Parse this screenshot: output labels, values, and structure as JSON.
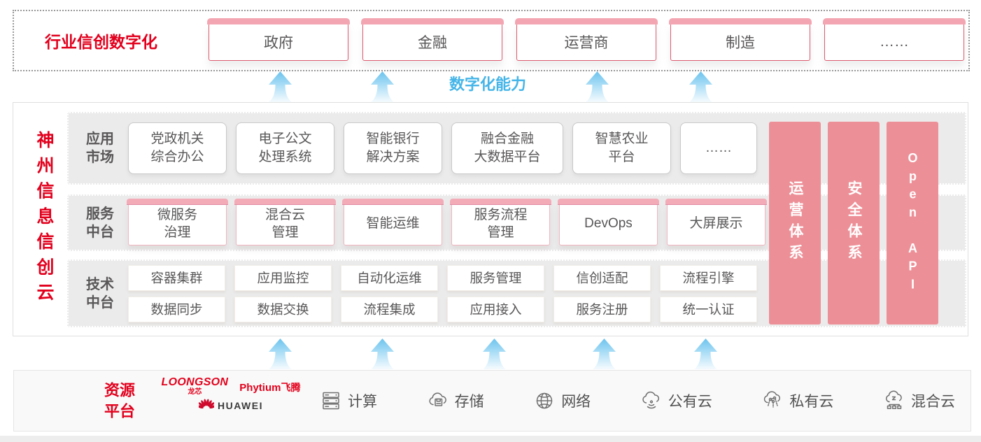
{
  "colors": {
    "brand_red": "#e2001d",
    "accent_blue": "#45b5e8",
    "pillar_pink": "#ed8f97"
  },
  "top_band": {
    "title": "行业信创数字化",
    "industries": [
      "政府",
      "金融",
      "运营商",
      "制造",
      "……"
    ]
  },
  "capability_label": "数字化能力",
  "main": {
    "side_title": "神州信息信创云",
    "rows": {
      "app": {
        "label": "应用\n市场",
        "boxes": [
          "党政机关\n综合办公",
          "电子公文\n处理系统",
          "智能银行\n解决方案",
          "融合金融\n大数据平台",
          "智慧农业\n平台",
          "……"
        ]
      },
      "service": {
        "label": "服务\n中台",
        "boxes": [
          "微服务\n治理",
          "混合云\n管理",
          "智能运维",
          "服务流程\n管理",
          "DevOps",
          "大屏展示"
        ]
      },
      "tech": {
        "label": "技术\n中台",
        "row1": [
          "容器集群",
          "应用监控",
          "自动化运维",
          "服务管理",
          "信创适配",
          "流程引擎"
        ],
        "row2": [
          "数据同步",
          "数据交换",
          "流程集成",
          "应用接入",
          "服务注册",
          "统一认证"
        ]
      }
    },
    "pillars": [
      "运营体系",
      "安全体系",
      "Open API"
    ]
  },
  "resources": {
    "title": "资源\n平台",
    "vendors": {
      "loongson": {
        "name": "LOONGSON",
        "sub": "龙芯"
      },
      "phytium": {
        "name": "Phytium",
        "sub": "飞腾"
      },
      "huawei": {
        "name": "HUAWEI"
      }
    },
    "items": [
      {
        "icon": "compute-icon",
        "label": "计算"
      },
      {
        "icon": "storage-icon",
        "label": "存储"
      },
      {
        "icon": "network-icon",
        "label": "网络"
      },
      {
        "icon": "public-cloud-icon",
        "label": "公有云"
      },
      {
        "icon": "private-cloud-icon",
        "label": "私有云"
      },
      {
        "icon": "hybrid-cloud-icon",
        "label": "混合云"
      }
    ]
  }
}
